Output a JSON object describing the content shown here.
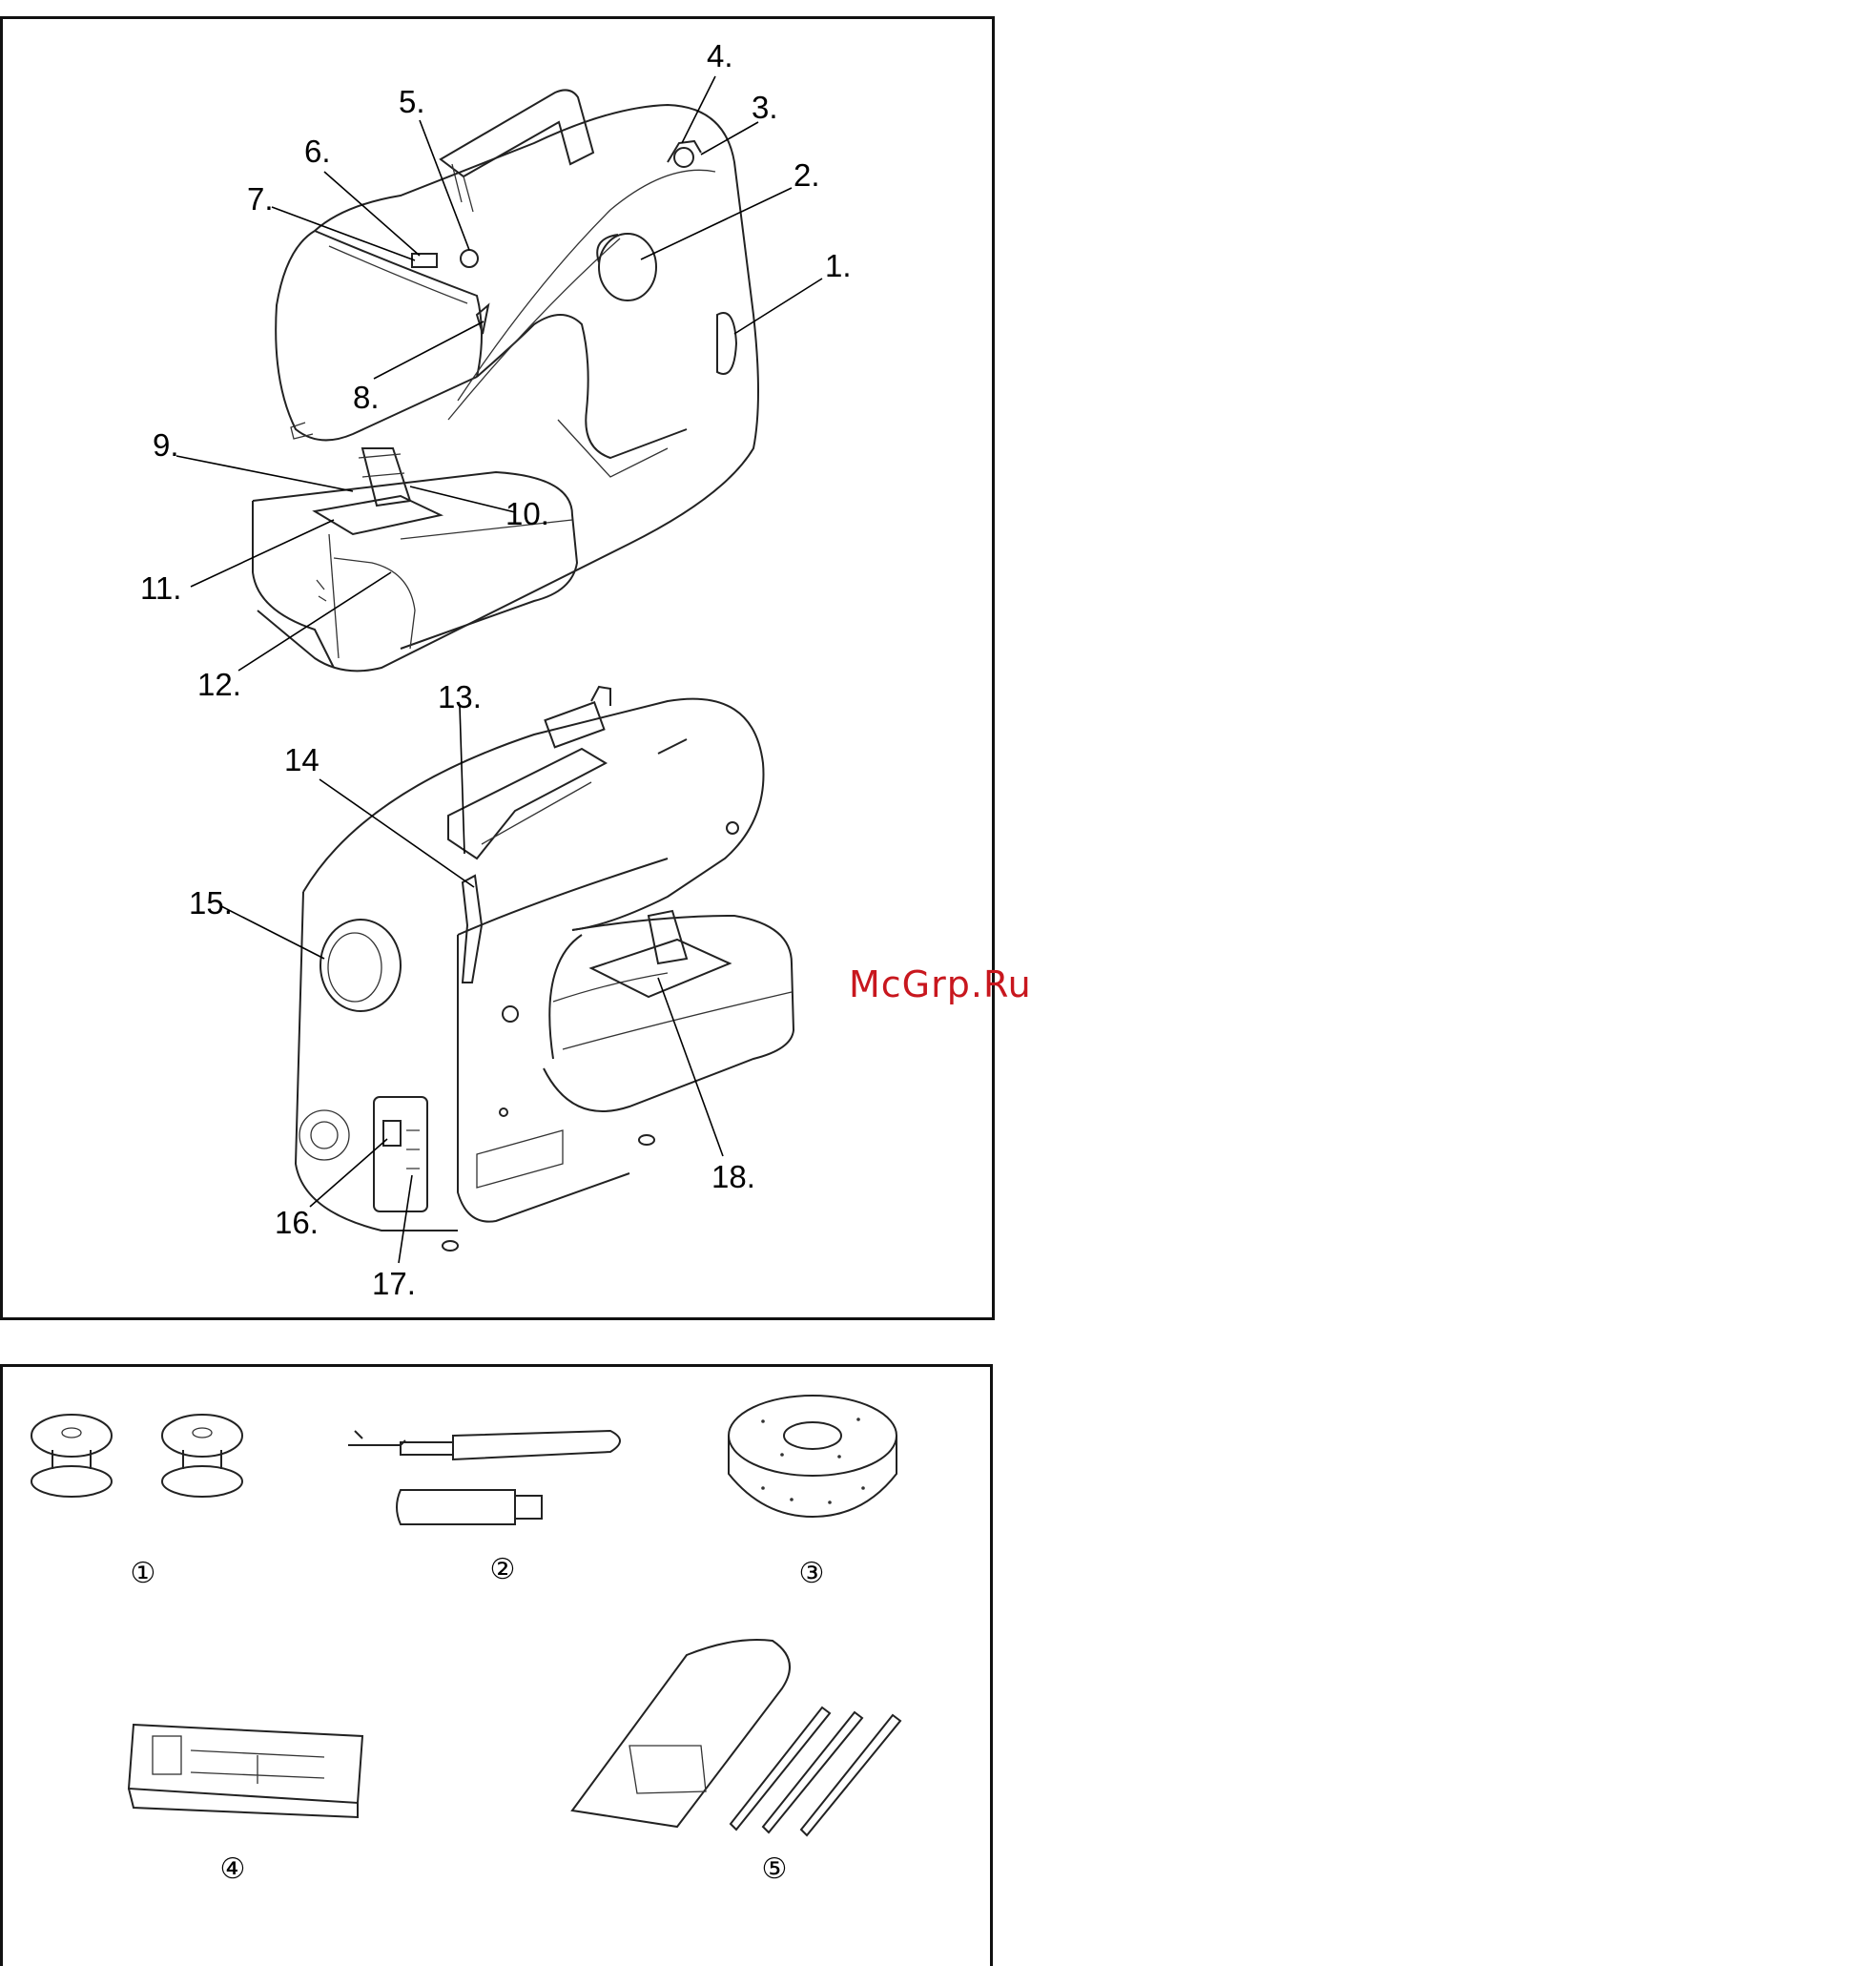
{
  "top_panel": {
    "labels": [
      "1.",
      "2.",
      "3.",
      "4.",
      "5.",
      "6.",
      "7.",
      "8.",
      "9.",
      "10.",
      "11.",
      "12.",
      "13.",
      "14",
      "15.",
      "16.",
      "17.",
      "18."
    ]
  },
  "bottom_panel": {
    "accessory_numbers": [
      "①",
      "②",
      "③",
      "④",
      "⑤"
    ]
  },
  "watermark": "McGrp.Ru",
  "colors": {
    "line": "#222222",
    "watermark": "#c8171e",
    "frame": "#111111"
  }
}
